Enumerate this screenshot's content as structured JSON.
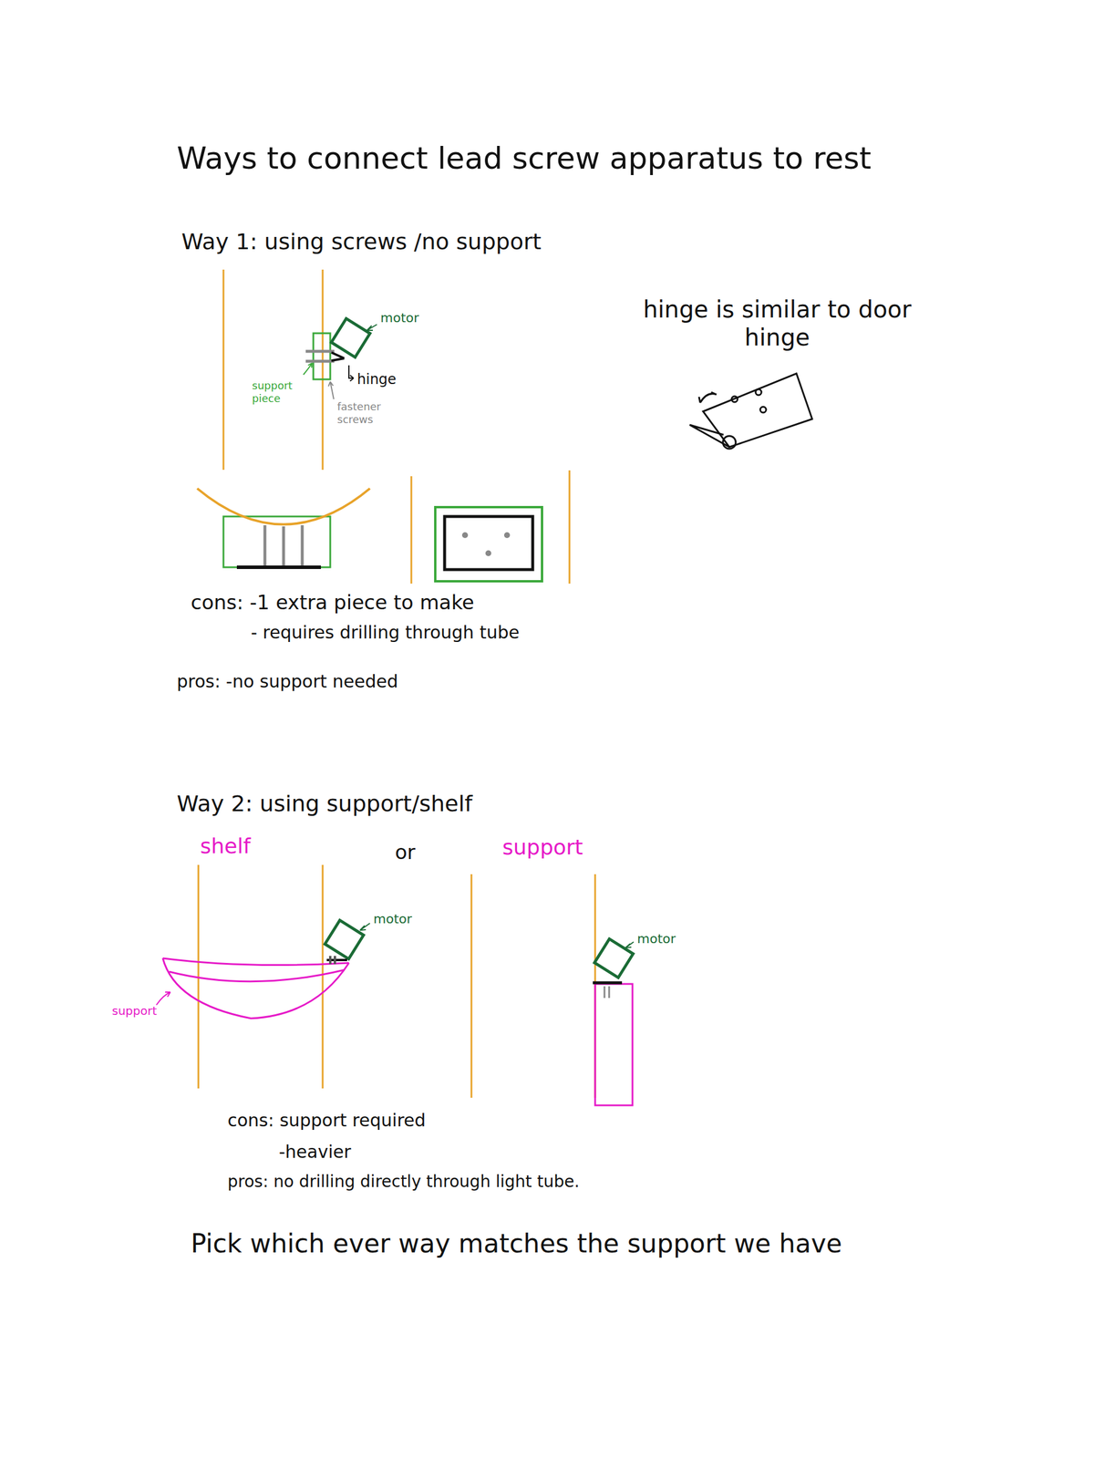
{
  "diagram": {
    "title": "Ways to connect lead screw apparatus to rest",
    "labels": [
      "Way 1: using screws /no support",
      "motor",
      "hinge",
      "support piece",
      "fastener screws",
      "hinge is similar to door hinge",
      "cons: -1 extra piece to make",
      "- requires drilling through tube",
      "pros: -no support needed",
      "Way 2: using support/shelf",
      "shelf",
      "or",
      "support",
      "motor",
      "support",
      "motor",
      "cons: support required",
      "-heavier",
      "pros: no drilling directly through light tube.",
      "Pick which ever way matches the support we have"
    ]
  }
}
